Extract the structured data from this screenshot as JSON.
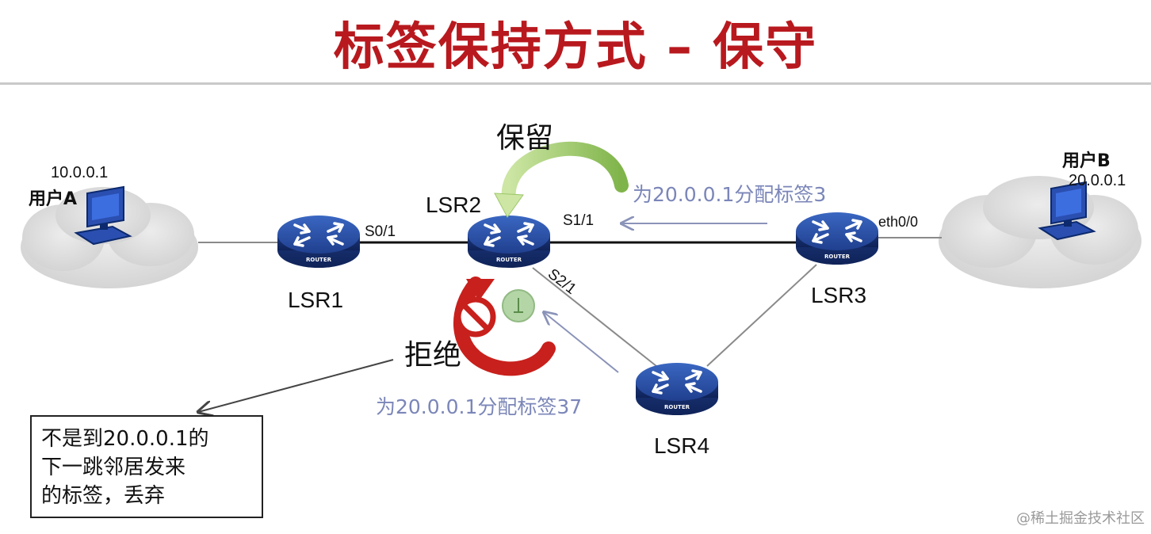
{
  "title": "标签保持方式 – 保守",
  "user_a": {
    "name": "用户A",
    "ip": "10.0.0.1"
  },
  "user_b": {
    "name": "用户B",
    "ip": "20.0.0.1"
  },
  "routers": {
    "lsr1": "LSR1",
    "lsr2": "LSR2",
    "lsr3": "LSR3",
    "lsr4": "LSR4",
    "router_tag": "ROUTER"
  },
  "interfaces": {
    "s0_1": "S0/1",
    "s1_1": "S1/1",
    "s2_1": "S2/1",
    "eth0_0": "eth0/0"
  },
  "annotations": {
    "retain": "保留",
    "reject": "拒绝",
    "label_from_lsr3": "为20.0.0.1分配标签3",
    "label_from_lsr4": "为20.0.0.1分配标签37"
  },
  "note": "不是到20.0.0.1的\n下一跳邻居发来\n的标签，丢弃",
  "watermark": "@稀土掘金技术社区",
  "colors": {
    "title": "#b8191e",
    "router_body": "#1f3f8c",
    "cloud": "#dcdcdc",
    "retain_arrow": "#8fc25a",
    "reject_arrow": "#c8201c",
    "label_text": "#7b86b8"
  }
}
